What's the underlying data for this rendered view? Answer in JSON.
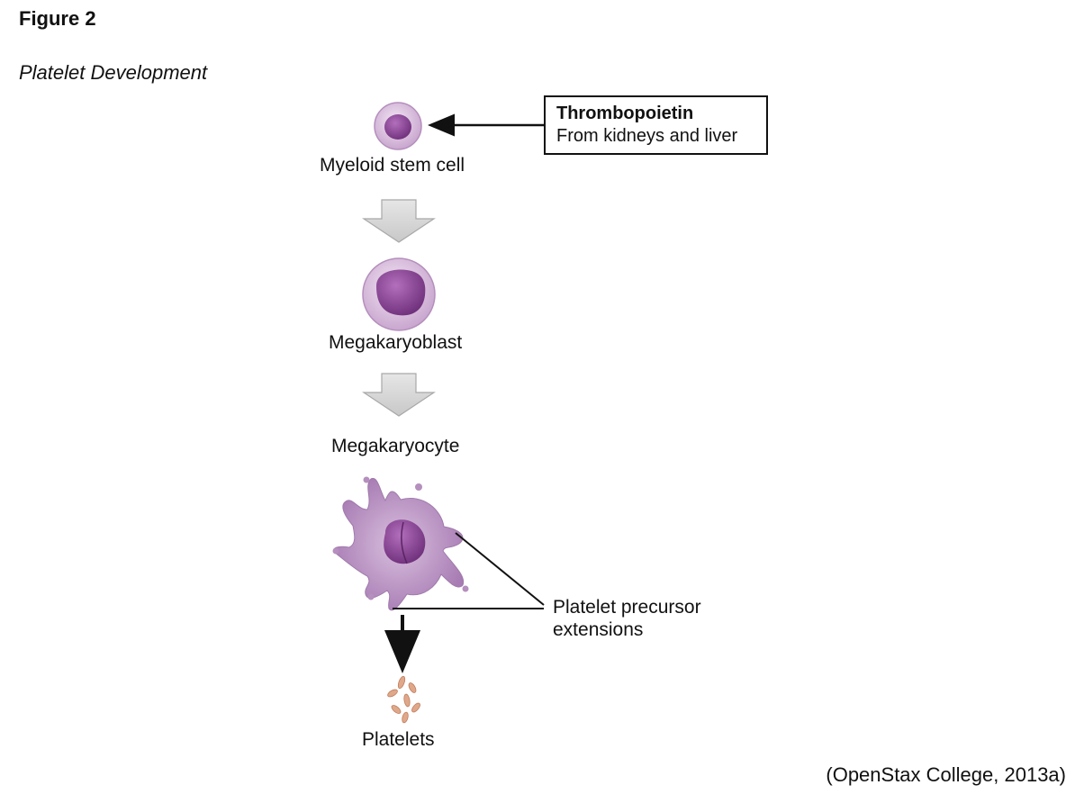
{
  "figure": {
    "label": "Figure 2",
    "title": "Platelet Development"
  },
  "stages": {
    "myeloid": "Myeloid stem cell",
    "megakaryoblast": "Megakaryoblast",
    "megakaryocyte": "Megakaryocyte",
    "platelets": "Platelets"
  },
  "callout": {
    "title": "Thrombopoietin",
    "subtitle": "From kidneys and liver"
  },
  "extensions_label": {
    "line1": "Platelet precursor",
    "line2": "extensions"
  },
  "citation": "(OpenStax College, 2013a)",
  "colors": {
    "cell_outer": "#e4cfe6",
    "nucleus": "#8e4a97",
    "block_arrow": "#d9d9d9",
    "platelet": "#e0a88a"
  }
}
